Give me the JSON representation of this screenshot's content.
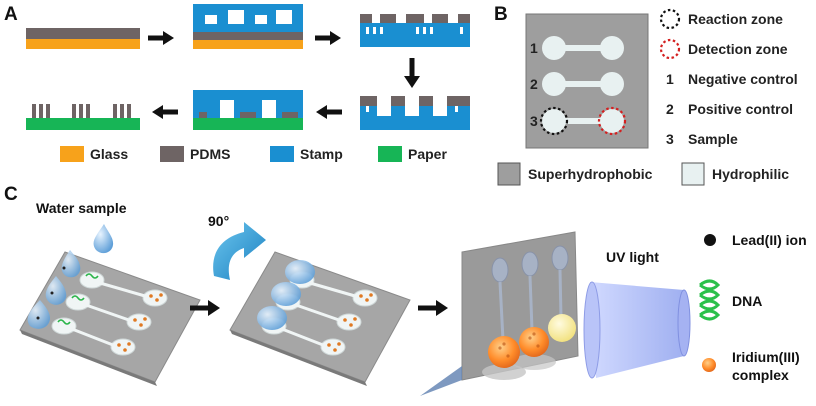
{
  "panel_a": {
    "letter": "A",
    "legend": [
      {
        "label": "Glass",
        "color": "#f7a21b"
      },
      {
        "label": "PDMS",
        "color": "#6e6464"
      },
      {
        "label": "Stamp",
        "color": "#1a8fd1"
      },
      {
        "label": "Paper",
        "color": "#17b556"
      }
    ]
  },
  "panel_b": {
    "letter": "B",
    "channel_numbers": [
      "1",
      "2",
      "3"
    ],
    "key": [
      {
        "mark": "",
        "label": "Reaction zone"
      },
      {
        "mark": "",
        "label": "Detection zone"
      },
      {
        "mark": "1",
        "label": "Negative control"
      },
      {
        "mark": "2",
        "label": "Positive control"
      },
      {
        "mark": "3",
        "label": "Sample"
      }
    ],
    "surfaces": [
      {
        "label": "Superhydrophobic",
        "color": "#9e9e9e"
      },
      {
        "label": "Hydrophilic",
        "color": "#e8f1f1"
      }
    ],
    "colors": {
      "reaction_ring": "#111111",
      "detection_ring": "#d42020"
    }
  },
  "panel_c": {
    "letter": "C",
    "water_sample_label": "Water sample",
    "rotation_label": "90°",
    "uv_label": "UV light",
    "legend": [
      {
        "label": "Lead(II) ion",
        "icon": "black-dot-icon"
      },
      {
        "label": "DNA",
        "icon": "dna-helix-icon"
      },
      {
        "label": "Iridium(III)",
        "icon": "orange-dot-icon"
      },
      {
        "label": "complex",
        "icon": ""
      }
    ]
  }
}
